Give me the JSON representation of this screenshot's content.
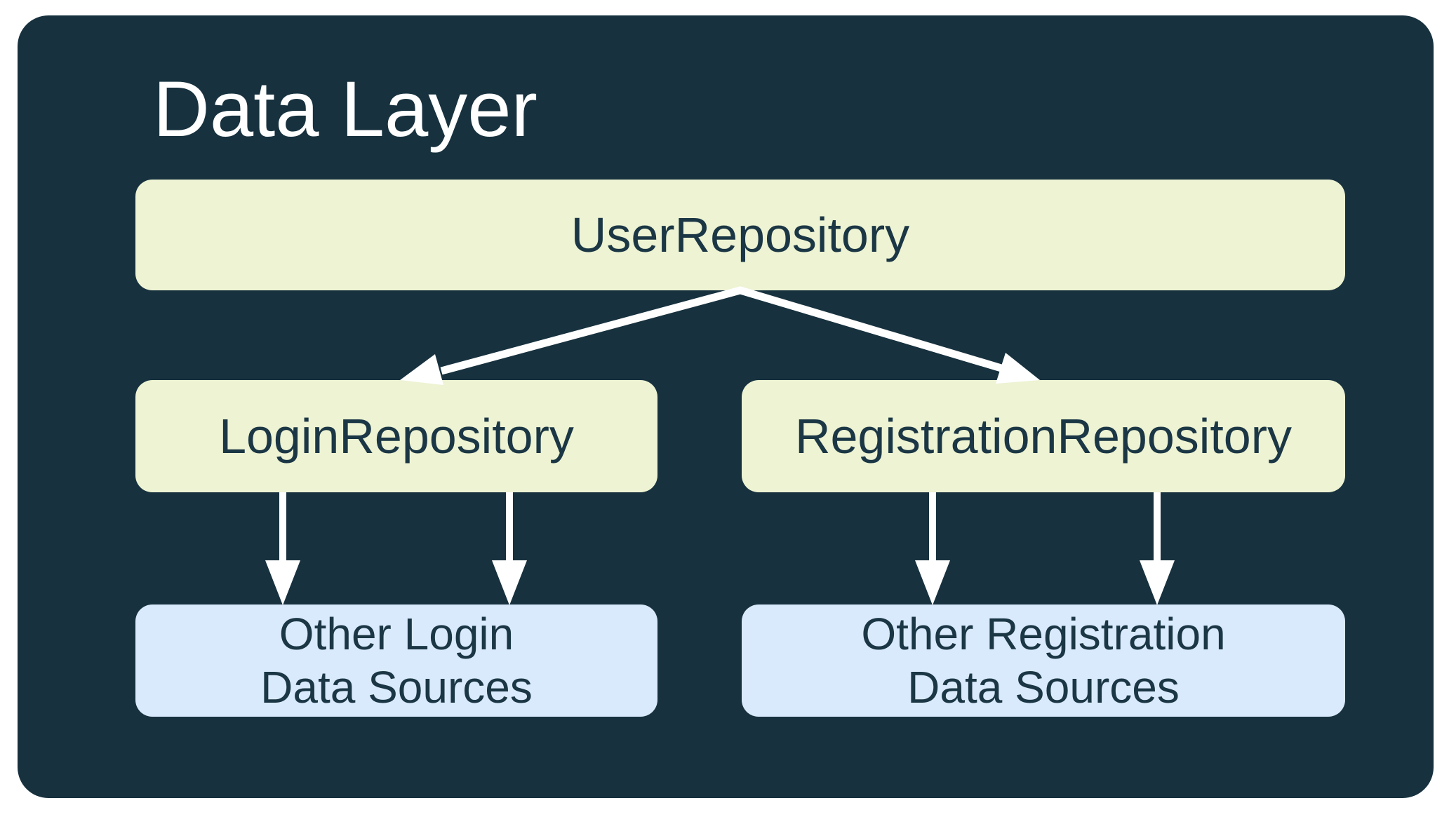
{
  "diagram": {
    "title": "Data Layer",
    "nodes": [
      {
        "id": "user-repository",
        "label": "UserRepository",
        "type": "repository"
      },
      {
        "id": "login-repository",
        "label": "LoginRepository",
        "type": "repository"
      },
      {
        "id": "registration-repository",
        "label": "RegistrationRepository",
        "type": "repository"
      },
      {
        "id": "other-login-data-sources",
        "lines": [
          "Other Login",
          "Data Sources"
        ],
        "type": "data-source"
      },
      {
        "id": "other-registration-data-sources",
        "lines": [
          "Other Registration",
          "Data Sources"
        ],
        "type": "data-source"
      }
    ],
    "edges": [
      {
        "from": "UserRepository",
        "to": "LoginRepository"
      },
      {
        "from": "UserRepository",
        "to": "RegistrationRepository"
      },
      {
        "from": "LoginRepository",
        "to": "Other Login Data Sources"
      },
      {
        "from": "LoginRepository",
        "to": "Other Login Data Sources"
      },
      {
        "from": "RegistrationRepository",
        "to": "Other Registration Data Sources"
      },
      {
        "from": "RegistrationRepository",
        "to": "Other Registration Data Sources"
      }
    ],
    "colors": {
      "page_background": "#FFFFFF",
      "container_background": "#17313E",
      "repository_box": "#EDF3D3",
      "data_source_box": "#D9EAFC",
      "arrow": "#FFFFFF",
      "title_text": "#FFFFFF",
      "node_text": "#1B3644"
    }
  }
}
